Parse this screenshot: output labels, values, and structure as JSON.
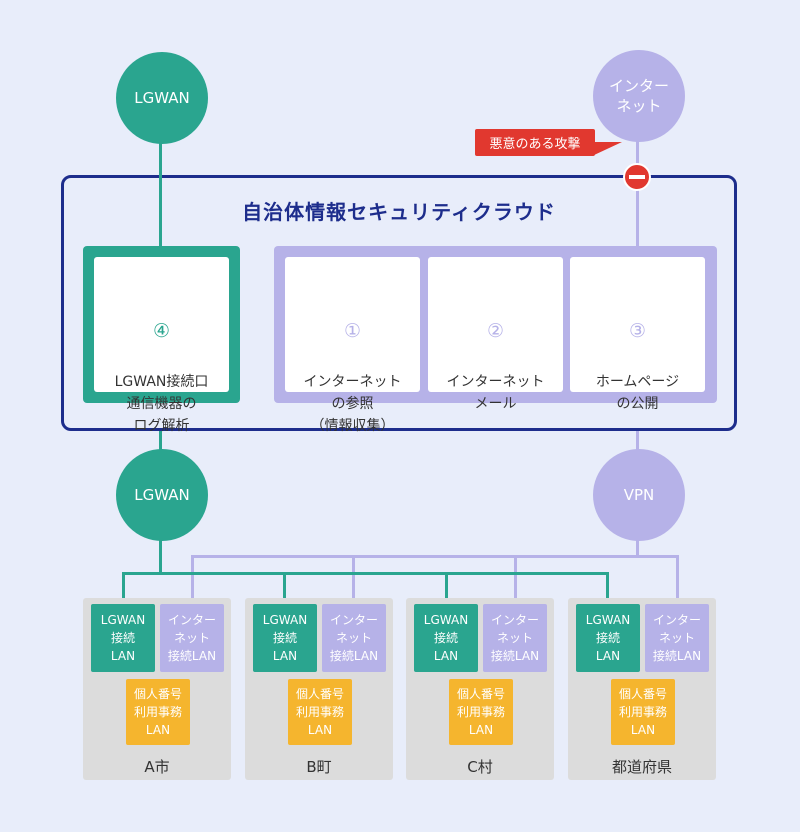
{
  "colors": {
    "teal": "#2aa58f",
    "lavender": "#b6b2e8",
    "navy": "#1d2d8c",
    "attack_red": "#e1382f",
    "orange": "#f5b52e"
  },
  "nodes": {
    "lgwan_top": "LGWAN",
    "internet_top": "インター\nネット",
    "lgwan_mid": "LGWAN",
    "vpn": "VPN"
  },
  "attack_label": "悪意のある攻撃",
  "attack_icon": "no-entry-icon",
  "cloud": {
    "title": "自治体情報セキュリティクラウド",
    "services": [
      {
        "num": "④",
        "text": "LGWAN接続口\n通信機器の\nログ解析"
      },
      {
        "num": "①",
        "text": "インターネット\nの参照\n（情報収集）"
      },
      {
        "num": "②",
        "text": "インターネット\nメール"
      },
      {
        "num": "③",
        "text": "ホームページ\nの公開"
      }
    ]
  },
  "municipalities": [
    {
      "name": "A市",
      "lgwan": "LGWAN\n接続\nLAN",
      "internet": "インター\nネット\n接続LAN",
      "mynumber": "個人番号\n利用事務\nLAN"
    },
    {
      "name": "B町",
      "lgwan": "LGWAN\n接続\nLAN",
      "internet": "インター\nネット\n接続LAN",
      "mynumber": "個人番号\n利用事務\nLAN"
    },
    {
      "name": "C村",
      "lgwan": "LGWAN\n接続\nLAN",
      "internet": "インター\nネット\n接続LAN",
      "mynumber": "個人番号\n利用事務\nLAN"
    },
    {
      "name": "都道府県",
      "lgwan": "LGWAN\n接続\nLAN",
      "internet": "インター\nネット\n接続LAN",
      "mynumber": "個人番号\n利用事務\nLAN"
    }
  ]
}
